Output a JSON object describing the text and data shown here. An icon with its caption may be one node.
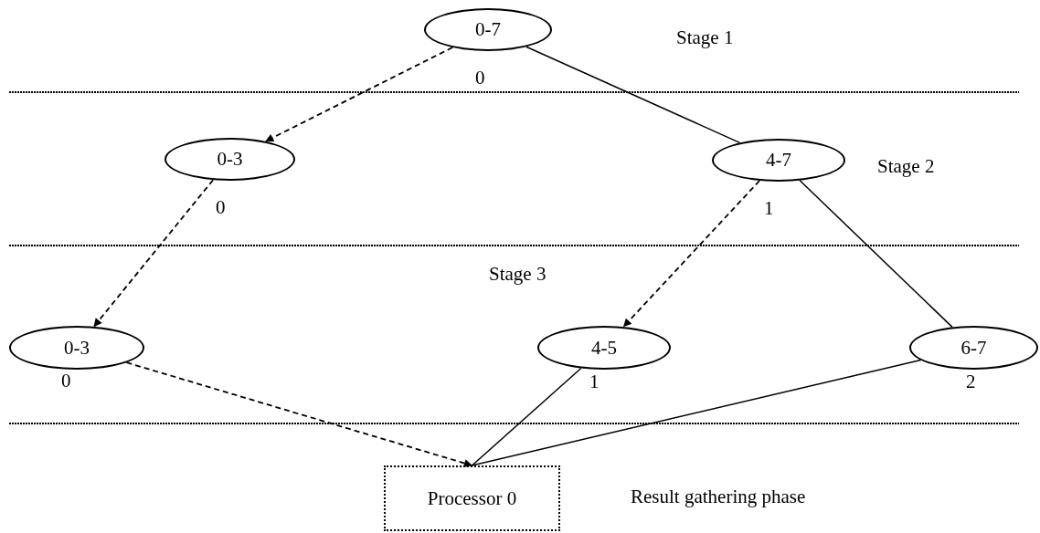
{
  "diagram": {
    "nodes": [
      {
        "text": [
          "0-7"
        ],
        "beside": [
          "0"
        ]
      },
      {
        "text": [
          "0-3"
        ],
        "beside": [
          "0"
        ]
      },
      {
        "text": [
          "4-7"
        ],
        "beside": [
          "1"
        ]
      },
      {
        "text": [
          "0-3"
        ],
        "beside": [
          "0"
        ]
      },
      {
        "text": [
          "4-5"
        ],
        "beside": [
          "1"
        ]
      },
      {
        "text": [
          "6-7"
        ],
        "beside": [
          "2"
        ]
      },
      {
        "text": [
          "Processor 0"
        ]
      }
    ],
    "edges": [
      {
        "from": 0,
        "to": 1,
        "arrow": "to",
        "style": "dashed"
      },
      {
        "from": 0,
        "to": 2,
        "arrow": "none"
      },
      {
        "from": 1,
        "to": 3,
        "arrow": "to",
        "style": "dashed"
      },
      {
        "from": 2,
        "to": 4,
        "arrow": "to",
        "style": "dashed"
      },
      {
        "from": 2,
        "to": 5,
        "arrow": "none"
      },
      {
        "from": 3,
        "to": 6,
        "arrow": "to",
        "style": "dashed"
      },
      {
        "from": 4,
        "to": 6,
        "arrow": "none"
      },
      {
        "from": 5,
        "to": 6,
        "arrow": "none"
      }
    ],
    "labels": [
      "Stage 1",
      "Stage 2",
      "Stage 3",
      "Result gathering phase"
    ]
  }
}
